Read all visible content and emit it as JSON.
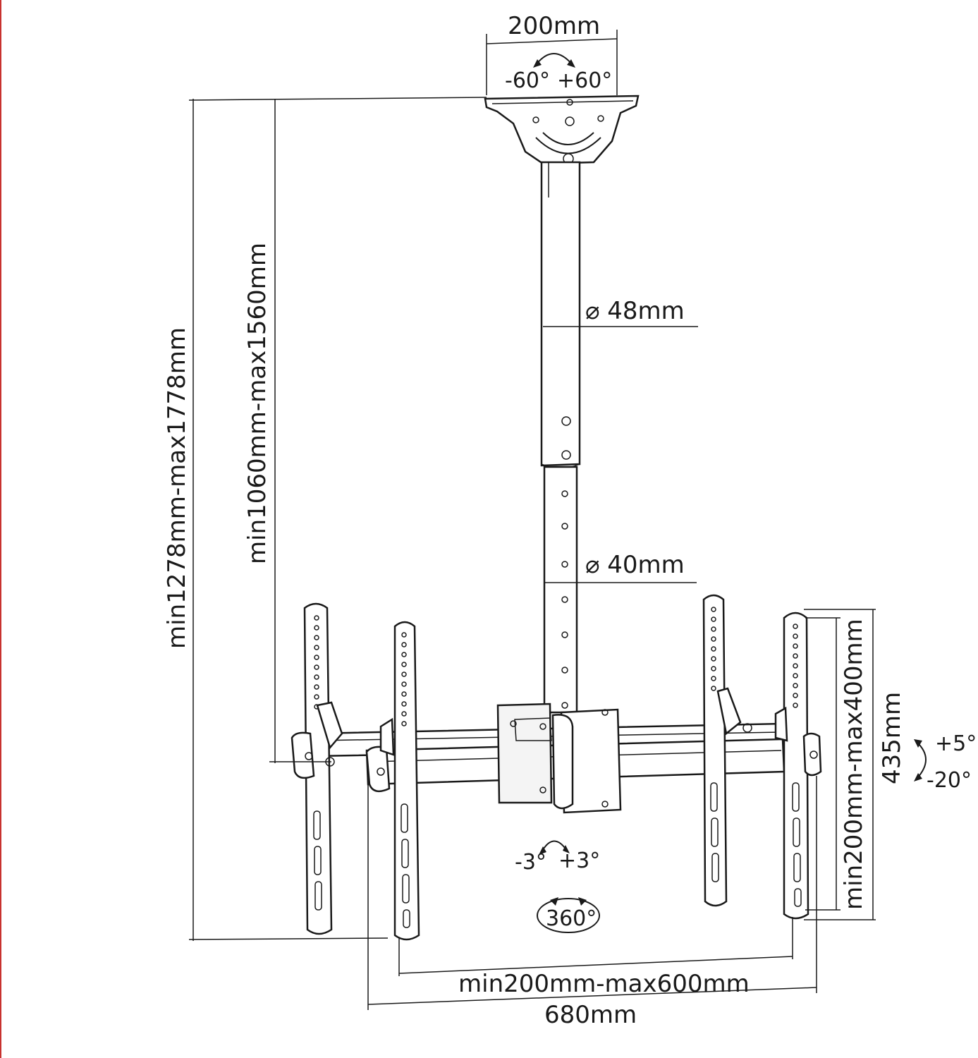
{
  "labels": {
    "plate_width": "200mm",
    "plate_swivel_left": "-60°",
    "plate_swivel_right": "+60°",
    "upper_pole_diameter": "⌀ 48mm",
    "lower_pole_diameter": "⌀ 40mm",
    "total_height": "min1278mm-max1778mm",
    "pole_height": "min1060mm-max1560mm",
    "bracket_height": "min200mm-max400mm",
    "bracket_total_height": "435mm",
    "tilt_up": "+5°",
    "tilt_down": "-20°",
    "roll_left": "-3°",
    "roll_right": "+3°",
    "rotation": "360°",
    "vesa_width": "min200mm-max600mm",
    "total_width": "680mm"
  },
  "colors": {
    "line": "#1a1a1a",
    "edge_rule": "#c8322f",
    "background": "#ffffff"
  }
}
